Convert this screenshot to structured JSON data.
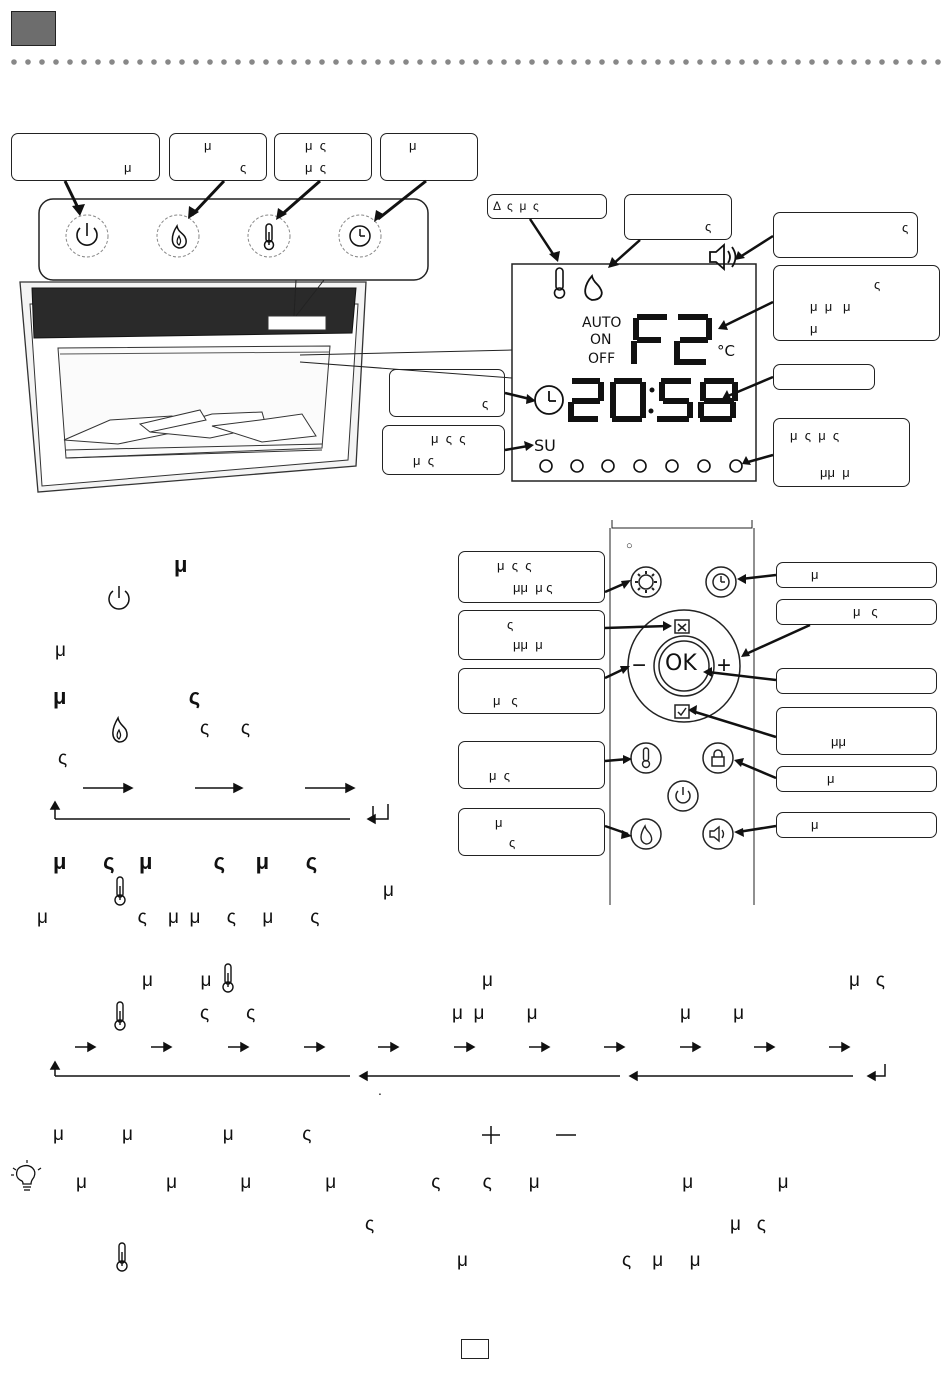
{
  "header": {
    "tag": ""
  },
  "panel_labels": {
    "power": [
      "",
      "μ"
    ],
    "flame": [
      "μ",
      "ς"
    ],
    "temp": [
      "μ  ς",
      "μ  ς"
    ],
    "timer": [
      "μ",
      ""
    ]
  },
  "display_labels": {
    "temp_icon": "Δ  ς  μ  ς",
    "flame_icon": [
      "",
      "ς"
    ],
    "sound": "ς",
    "mode": [
      "ς",
      "μ  μ   μ",
      "μ"
    ],
    "timer": "ς",
    "day": [
      "μ  ς  ς",
      "μ  ς"
    ],
    "day_dots": [
      "μ  ς  μ  ς",
      "μμ  μ"
    ]
  },
  "lcd": {
    "auto": "AUTO",
    "on": "ON",
    "off": "OFF",
    "mode_code": "F2",
    "unit": "°C",
    "time": "20:58",
    "day": "SU"
  },
  "remote_labels": {
    "settings": [
      "μ  ς  ς",
      "μμ  μ ς"
    ],
    "cancel": [
      "ς",
      "μμ  μ"
    ],
    "minus": [
      "",
      "μ   ς"
    ],
    "thermo": [
      "",
      "μ  ς"
    ],
    "flame": [
      "μ",
      "ς"
    ],
    "timer": "μ",
    "plus": "μ   ς",
    "ok": "",
    "confirm": [
      "",
      "μμ"
    ],
    "lock": "μ",
    "sound": "μ"
  },
  "remote": {
    "ok": "OK",
    "plus": "+",
    "minus": "−",
    "indicator": "○"
  },
  "body": {
    "s1_title": "μ",
    "s1_line2": "μ",
    "s2_title": "μ                    ς",
    "s2_line1": "ς      ς",
    "s2_line2": "ς",
    "s3_title": "μ      ς    μ          ς     μ      ς",
    "s3_line1": "μ",
    "s3_line2": "μ                 ς    μ  μ     ς     μ       ς",
    "s4_line1a": "μ         μ",
    "s4_line1b": "μ",
    "s4_line1c": "μ   ς",
    "s4_line2a": "ς       ς",
    "s4_line2b": "μ  μ        μ",
    "s4_line2c": "μ        μ",
    "s4_dot": ".",
    "s5_line": "μ           μ                 μ             ς",
    "tip_line1": "μ               μ            μ              μ                  ς        ς       μ                           μ                μ",
    "tip_line2a": "ς",
    "tip_line2b": "μ   ς",
    "tip_line3a": "μ",
    "tip_line3b": "ς    μ     μ",
    "page_number": ""
  }
}
